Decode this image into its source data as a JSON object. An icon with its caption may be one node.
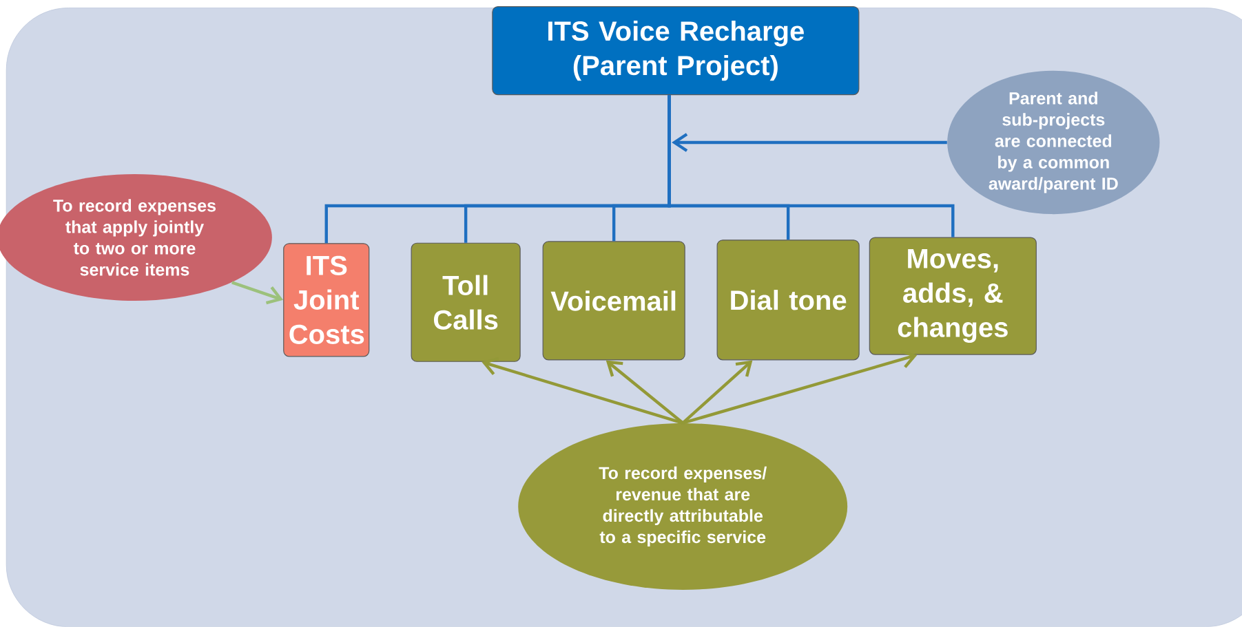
{
  "diagram": {
    "nodes": [
      {
        "text": [
          "ITS Voice Recharge (Parent Project)"
        ]
      },
      {
        "text": [
          "Parent and sub-projects are connected by a common award/parent ID"
        ]
      },
      {
        "text": [
          "To record expenses that apply jointly to two or more service items"
        ]
      },
      {
        "text": [
          "ITS Joint Costs"
        ]
      },
      {
        "text": [
          "Toll Calls"
        ]
      },
      {
        "text": [
          "Voicemail"
        ]
      },
      {
        "text": [
          "Dial tone"
        ]
      },
      {
        "text": [
          "Moves, adds, & changes"
        ]
      },
      {
        "text": [
          "To record expenses/ revenue that are directly attributable to a specific service"
        ]
      }
    ],
    "edges": [
      {
        "from": 0,
        "to": 3,
        "arrow": "none"
      },
      {
        "from": 0,
        "to": 4,
        "arrow": "none"
      },
      {
        "from": 0,
        "to": 5,
        "arrow": "none"
      },
      {
        "from": 0,
        "to": 6,
        "arrow": "none"
      },
      {
        "from": 0,
        "to": 7,
        "arrow": "none"
      },
      {
        "from": 1,
        "to": null,
        "arrow": "to"
      },
      {
        "from": 2,
        "to": 3,
        "arrow": "to",
        "color": "#9cc17c"
      },
      {
        "from": 8,
        "to": 4,
        "arrow": "to",
        "color": "#939937"
      },
      {
        "from": 8,
        "to": 5,
        "arrow": "to",
        "color": "#939937"
      },
      {
        "from": 8,
        "to": 6,
        "arrow": "to",
        "color": "#939937"
      },
      {
        "from": 8,
        "to": 7,
        "arrow": "to",
        "color": "#939937"
      }
    ]
  }
}
